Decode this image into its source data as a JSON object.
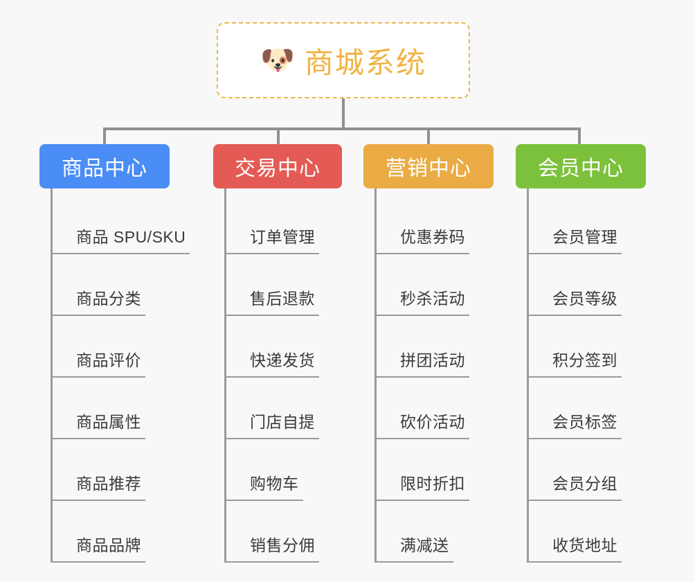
{
  "page": {
    "background_color": "#f8f8f8",
    "title": "商城系统"
  },
  "root": {
    "icon": "shiba-dog-face-emoji",
    "emoji": "🐶",
    "label": "商城系统",
    "text_color": "#f0b344",
    "border_color": "#eeb54a",
    "background_color": "#ffffff"
  },
  "connector_color": "#909090",
  "columns": [
    {
      "id": "product-center",
      "label": "商品中心",
      "color": "#4a8df4",
      "items": [
        {
          "label": "商品 SPU/SKU"
        },
        {
          "label": "商品分类"
        },
        {
          "label": "商品评价"
        },
        {
          "label": "商品属性"
        },
        {
          "label": "商品推荐"
        },
        {
          "label": "商品品牌"
        }
      ]
    },
    {
      "id": "trade-center",
      "label": "交易中心",
      "color": "#e45b55",
      "items": [
        {
          "label": "订单管理"
        },
        {
          "label": "售后退款"
        },
        {
          "label": "快递发货"
        },
        {
          "label": "门店自提"
        },
        {
          "label": "购物车"
        },
        {
          "label": "销售分佣"
        }
      ]
    },
    {
      "id": "marketing-center",
      "label": "营销中心",
      "color": "#eaab45",
      "items": [
        {
          "label": "优惠券码"
        },
        {
          "label": "秒杀活动"
        },
        {
          "label": "拼团活动"
        },
        {
          "label": "砍价活动"
        },
        {
          "label": "限时折扣"
        },
        {
          "label": "满减送"
        }
      ]
    },
    {
      "id": "member-center",
      "label": "会员中心",
      "color": "#7cc13c",
      "items": [
        {
          "label": "会员管理"
        },
        {
          "label": "会员等级"
        },
        {
          "label": "积分签到"
        },
        {
          "label": "会员标签"
        },
        {
          "label": "会员分组"
        },
        {
          "label": "收货地址"
        }
      ]
    }
  ]
}
